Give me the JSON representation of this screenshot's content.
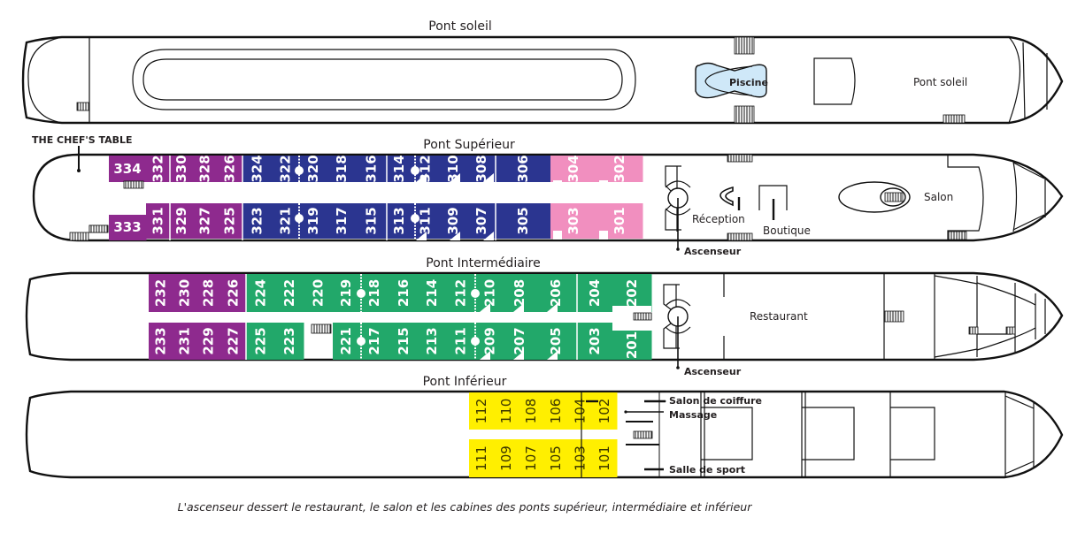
{
  "colors": {
    "purple": "#8e2a8e",
    "blue": "#2b3590",
    "pink": "#f18fbf",
    "green": "#22a86a",
    "yellow": "#ffef00",
    "pool": "#cfe8f8"
  },
  "decks": {
    "sun": {
      "title": "Pont soleil",
      "labels": {
        "pool": "Piscine",
        "sundeck": "Pont soleil"
      }
    },
    "upper": {
      "title": "Pont Supérieur",
      "chefs_table": "THE CHEF'S TABLE",
      "labels": {
        "reception": "Réception",
        "boutique": "Boutique",
        "salon": "Salon",
        "elevator": "Ascenseur"
      },
      "cabins": [
        {
          "num": "334",
          "cat": "purple",
          "row": "top"
        },
        {
          "num": "332",
          "cat": "purple",
          "row": "top"
        },
        {
          "num": "330",
          "cat": "purple",
          "row": "top"
        },
        {
          "num": "328",
          "cat": "purple",
          "row": "top"
        },
        {
          "num": "326",
          "cat": "purple",
          "row": "top"
        },
        {
          "num": "324",
          "cat": "blue",
          "row": "top"
        },
        {
          "num": "322",
          "cat": "blue",
          "row": "top"
        },
        {
          "num": "320",
          "cat": "blue",
          "row": "top"
        },
        {
          "num": "318",
          "cat": "blue",
          "row": "top"
        },
        {
          "num": "316",
          "cat": "blue",
          "row": "top"
        },
        {
          "num": "314",
          "cat": "blue",
          "row": "top"
        },
        {
          "num": "312",
          "cat": "blue",
          "row": "top"
        },
        {
          "num": "310",
          "cat": "blue",
          "row": "top"
        },
        {
          "num": "308",
          "cat": "blue",
          "row": "top"
        },
        {
          "num": "306",
          "cat": "blue",
          "row": "top"
        },
        {
          "num": "304",
          "cat": "pink",
          "row": "top"
        },
        {
          "num": "302",
          "cat": "pink",
          "row": "top"
        },
        {
          "num": "333",
          "cat": "purple",
          "row": "bottom"
        },
        {
          "num": "331",
          "cat": "purple",
          "row": "bottom"
        },
        {
          "num": "329",
          "cat": "purple",
          "row": "bottom"
        },
        {
          "num": "327",
          "cat": "purple",
          "row": "bottom"
        },
        {
          "num": "325",
          "cat": "purple",
          "row": "bottom"
        },
        {
          "num": "323",
          "cat": "blue",
          "row": "bottom"
        },
        {
          "num": "321",
          "cat": "blue",
          "row": "bottom"
        },
        {
          "num": "319",
          "cat": "blue",
          "row": "bottom"
        },
        {
          "num": "317",
          "cat": "blue",
          "row": "bottom"
        },
        {
          "num": "315",
          "cat": "blue",
          "row": "bottom"
        },
        {
          "num": "313",
          "cat": "blue",
          "row": "bottom"
        },
        {
          "num": "311",
          "cat": "blue",
          "row": "bottom"
        },
        {
          "num": "309",
          "cat": "blue",
          "row": "bottom"
        },
        {
          "num": "307",
          "cat": "blue",
          "row": "bottom"
        },
        {
          "num": "305",
          "cat": "blue",
          "row": "bottom"
        },
        {
          "num": "303",
          "cat": "pink",
          "row": "bottom"
        },
        {
          "num": "301",
          "cat": "pink",
          "row": "bottom"
        }
      ]
    },
    "middle": {
      "title": "Pont Intermédiaire",
      "labels": {
        "restaurant": "Restaurant",
        "elevator": "Ascenseur"
      },
      "cabins": [
        {
          "num": "232",
          "cat": "purple",
          "row": "top"
        },
        {
          "num": "230",
          "cat": "purple",
          "row": "top"
        },
        {
          "num": "228",
          "cat": "purple",
          "row": "top"
        },
        {
          "num": "226",
          "cat": "purple",
          "row": "top"
        },
        {
          "num": "224",
          "cat": "green",
          "row": "top"
        },
        {
          "num": "222",
          "cat": "green",
          "row": "top"
        },
        {
          "num": "220",
          "cat": "green",
          "row": "top"
        },
        {
          "num": "219",
          "cat": "green",
          "row": "top"
        },
        {
          "num": "218",
          "cat": "green",
          "row": "top"
        },
        {
          "num": "216",
          "cat": "green",
          "row": "top"
        },
        {
          "num": "214",
          "cat": "green",
          "row": "top"
        },
        {
          "num": "212",
          "cat": "green",
          "row": "top"
        },
        {
          "num": "210",
          "cat": "green",
          "row": "top"
        },
        {
          "num": "208",
          "cat": "green",
          "row": "top"
        },
        {
          "num": "206",
          "cat": "green",
          "row": "top"
        },
        {
          "num": "204",
          "cat": "green",
          "row": "top"
        },
        {
          "num": "202",
          "cat": "green",
          "row": "top"
        },
        {
          "num": "233",
          "cat": "purple",
          "row": "bottom"
        },
        {
          "num": "231",
          "cat": "purple",
          "row": "bottom"
        },
        {
          "num": "229",
          "cat": "purple",
          "row": "bottom"
        },
        {
          "num": "227",
          "cat": "purple",
          "row": "bottom"
        },
        {
          "num": "225",
          "cat": "green",
          "row": "bottom"
        },
        {
          "num": "223",
          "cat": "green",
          "row": "bottom"
        },
        {
          "num": "221",
          "cat": "green",
          "row": "bottom"
        },
        {
          "num": "217",
          "cat": "green",
          "row": "bottom"
        },
        {
          "num": "215",
          "cat": "green",
          "row": "bottom"
        },
        {
          "num": "213",
          "cat": "green",
          "row": "bottom"
        },
        {
          "num": "211",
          "cat": "green",
          "row": "bottom"
        },
        {
          "num": "209",
          "cat": "green",
          "row": "bottom"
        },
        {
          "num": "207",
          "cat": "green",
          "row": "bottom"
        },
        {
          "num": "205",
          "cat": "green",
          "row": "bottom"
        },
        {
          "num": "203",
          "cat": "green",
          "row": "bottom"
        },
        {
          "num": "201",
          "cat": "green",
          "row": "bottom"
        }
      ]
    },
    "lower": {
      "title": "Pont Inférieur",
      "labels": {
        "hair_salon": "Salon de coiffure",
        "massage": "Massage",
        "gym": "Salle de sport"
      },
      "cabins": [
        {
          "num": "112",
          "cat": "yellow",
          "row": "top"
        },
        {
          "num": "110",
          "cat": "yellow",
          "row": "top"
        },
        {
          "num": "108",
          "cat": "yellow",
          "row": "top"
        },
        {
          "num": "106",
          "cat": "yellow",
          "row": "top"
        },
        {
          "num": "104",
          "cat": "yellow",
          "row": "top"
        },
        {
          "num": "102",
          "cat": "yellow",
          "row": "top"
        },
        {
          "num": "111",
          "cat": "yellow",
          "row": "bottom"
        },
        {
          "num": "109",
          "cat": "yellow",
          "row": "bottom"
        },
        {
          "num": "107",
          "cat": "yellow",
          "row": "bottom"
        },
        {
          "num": "105",
          "cat": "yellow",
          "row": "bottom"
        },
        {
          "num": "103",
          "cat": "yellow",
          "row": "bottom"
        },
        {
          "num": "101",
          "cat": "yellow",
          "row": "bottom"
        }
      ]
    }
  },
  "footnote": "L'ascenseur dessert le restaurant, le salon et les cabines des ponts supérieur, intermédiaire et inférieur"
}
